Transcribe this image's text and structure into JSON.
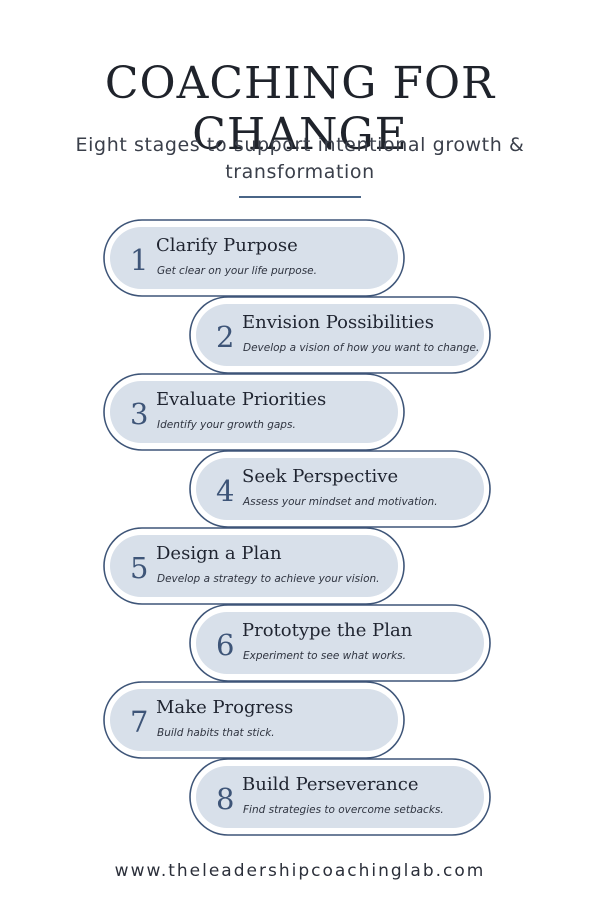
{
  "title": "COACHING FOR CHANGE",
  "subtitle": "Eight stages to support intentional growth & transformation",
  "stages": [
    {
      "num": "1",
      "name": "Clarify Purpose",
      "desc": "Get clear on your life purpose."
    },
    {
      "num": "2",
      "name": "Envision Possibilities",
      "desc": "Develop a vision of how you want to change."
    },
    {
      "num": "3",
      "name": "Evaluate Priorities",
      "desc": "Identify your growth gaps."
    },
    {
      "num": "4",
      "name": "Seek Perspective",
      "desc": "Assess your mindset and motivation."
    },
    {
      "num": "5",
      "name": "Design a Plan",
      "desc": "Develop a strategy to achieve your vision."
    },
    {
      "num": "6",
      "name": "Prototype the Plan",
      "desc": "Experiment to see what works."
    },
    {
      "num": "7",
      "name": "Make Progress",
      "desc": "Build habits that stick."
    },
    {
      "num": "8",
      "name": "Build Perseverance",
      "desc": "Find strategies to overcome setbacks."
    }
  ],
  "footer": "www.theleadershipcoachinglab.com",
  "colors": {
    "pill_fill": "#d8e0ea",
    "pill_outline": "#3e5578",
    "connector": "#3e5578",
    "text": "#1f2430"
  }
}
